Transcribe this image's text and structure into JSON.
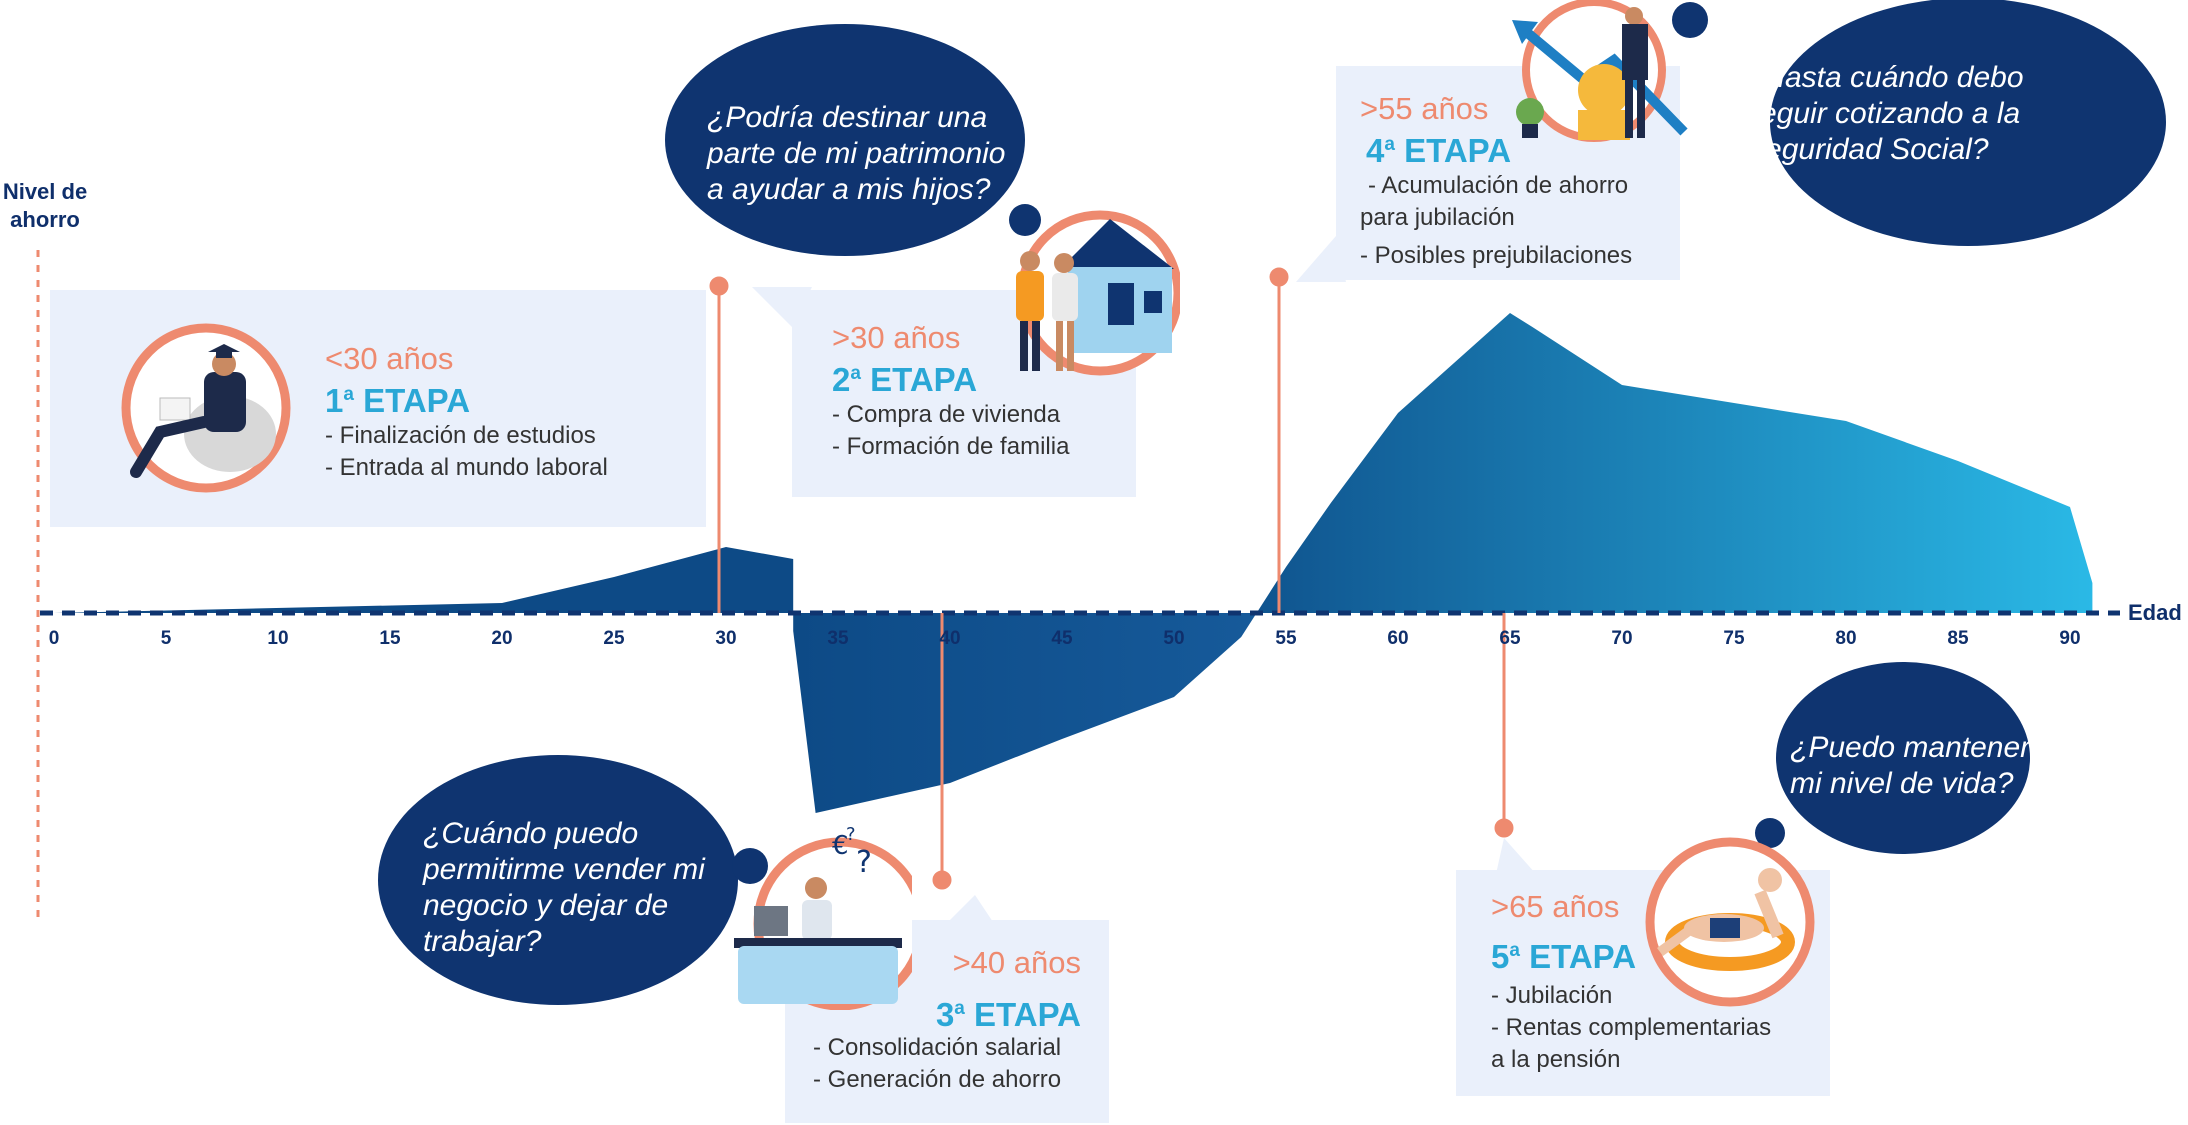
{
  "axis": {
    "y_label_line1": "Nivel de",
    "y_label_line2": "ahorro",
    "x_label": "Edad",
    "ticks": [
      "0",
      "5",
      "10",
      "15",
      "20",
      "25",
      "30",
      "35",
      "40",
      "45",
      "50",
      "55",
      "60",
      "65",
      "70",
      "75",
      "80",
      "85",
      "90"
    ]
  },
  "stages": [
    {
      "age": "<30 años",
      "num": "1",
      "sup": "a",
      "word": "ETAPA",
      "items": [
        "- Finalización de estudios",
        "- Entrada al mundo laboral"
      ]
    },
    {
      "age": ">30 años",
      "num": "2",
      "sup": "a",
      "word": "ETAPA",
      "items": [
        "- Compra de vivienda",
        "- Formación de familia"
      ]
    },
    {
      "age": ">40 años",
      "num": "3",
      "sup": "a",
      "word": "ETAPA",
      "items": [
        "- Consolidación salarial",
        "- Generación de ahorro"
      ]
    },
    {
      "age": ">55 años",
      "num": "4",
      "sup": "a",
      "word": "ETAPA",
      "items": [
        "- Acumulación de ahorro",
        "para jubilación",
        "- Posibles prejubilaciones"
      ]
    },
    {
      "age": ">65 años",
      "num": "5",
      "sup": "a",
      "word": "ETAPA",
      "items": [
        "- Jubilación",
        "- Rentas complementarias",
        "a la pensión"
      ]
    }
  ],
  "questions": {
    "q2": [
      "¿Podría destinar una",
      "parte de mi patrimonio",
      "a ayudar a mis hijos?"
    ],
    "q3": [
      "¿Cuándo puedo",
      "permitirme vender mi",
      "negocio  y dejar de",
      "trabajar?"
    ],
    "q4": [
      "¿Hasta cuándo debo",
      "seguir cotizando a la",
      "Seguridad Social?"
    ],
    "q5": [
      "¿Puedo mantener",
      "mi nivel de vida?"
    ]
  },
  "icons": {
    "stage1": "graduate-reading-icon",
    "stage2": "family-house-icon",
    "stage3": "businessman-desk-question-icon",
    "stage4": "businessman-coins-arrow-icon",
    "stage5": "person-floating-ring-icon"
  },
  "colors": {
    "navy": "#0f3470",
    "accent_orange": "#ee8a6f",
    "etapa_blue": "#2aa7d6",
    "card_bg": "#eaf0fb",
    "area_dark": "#0d4a86",
    "area_light": "#2ab9e6"
  },
  "chart_data": {
    "type": "area",
    "xlabel": "Edad",
    "ylabel": "Nivel de ahorro",
    "xlim": [
      0,
      91
    ],
    "y_axis_values_shown": false,
    "x": [
      0,
      20,
      25,
      30,
      33,
      33,
      34,
      40,
      45,
      50,
      53,
      55,
      57,
      60,
      65,
      66,
      70,
      75,
      80,
      85,
      90,
      91
    ],
    "y": [
      0,
      5,
      18,
      33,
      27,
      -9,
      -100,
      -85,
      -63,
      -42,
      -12,
      23,
      55,
      100,
      150,
      143,
      114,
      105,
      96,
      76,
      53,
      15
    ]
  }
}
